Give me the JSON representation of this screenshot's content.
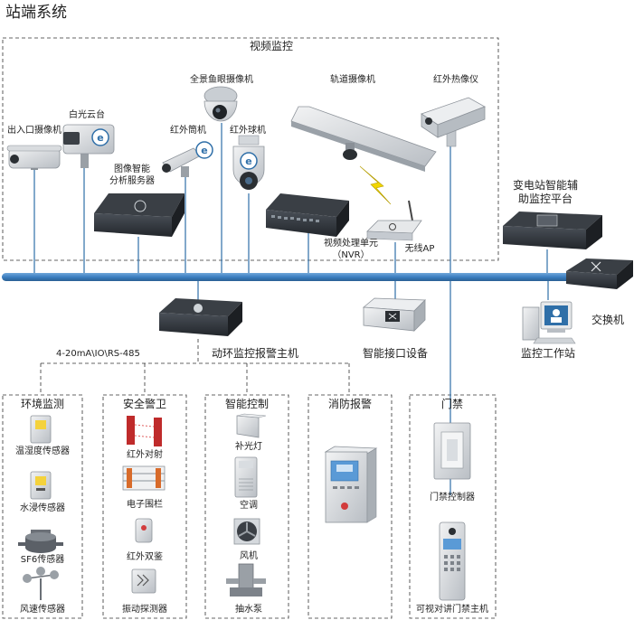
{
  "page_title": "站端系统",
  "video": {
    "group_label": "视频监控",
    "entrance_camera": "出入口摄像机",
    "white_light_ptz": "白光云台",
    "fisheye_camera": "全景鱼眼摄像机",
    "rail_camera": "轨道摄像机",
    "thermal_imager": "红外热像仪",
    "ir_bullet": "红外筒机",
    "ir_dome": "红外球机",
    "image_analysis_server_line1": "图像智能",
    "image_analysis_server_line2": "分析服务器",
    "nvr_line1": "视频处理单元",
    "nvr_line2": "（NVR）",
    "wireless_ap": "无线AP"
  },
  "platform": {
    "label_line1": "变电站智能辅",
    "label_line2": "助监控平台"
  },
  "switch_label": "交换机",
  "workstation_label": "监控工作站",
  "smart_interface_label": "智能接口设备",
  "env_host_label": "动环监控报警主机",
  "protocol_label": "4-20mA\\IO\\RS-485",
  "groups": {
    "environment": {
      "title": "环境监测",
      "items": [
        "温湿度传感器",
        "水浸传感器",
        "SF6传感器",
        "风速传感器"
      ]
    },
    "security": {
      "title": "安全警卫",
      "items": [
        "红外对射",
        "电子围栏",
        "红外双鉴",
        "振动探测器"
      ]
    },
    "smart_control": {
      "title": "智能控制",
      "items": [
        "补光灯",
        "空调",
        "风机",
        "抽水泵"
      ]
    },
    "fire": {
      "title": "消防报警"
    },
    "access": {
      "title": "门禁",
      "items": [
        "门禁控制器",
        "可视对讲门禁主机"
      ]
    }
  },
  "colors": {
    "bus": "#3c7fc0",
    "line": "#2f6fa8",
    "dashed_border": "#333333",
    "device_dark": "#2d3238",
    "lightning": "#f2d600"
  }
}
